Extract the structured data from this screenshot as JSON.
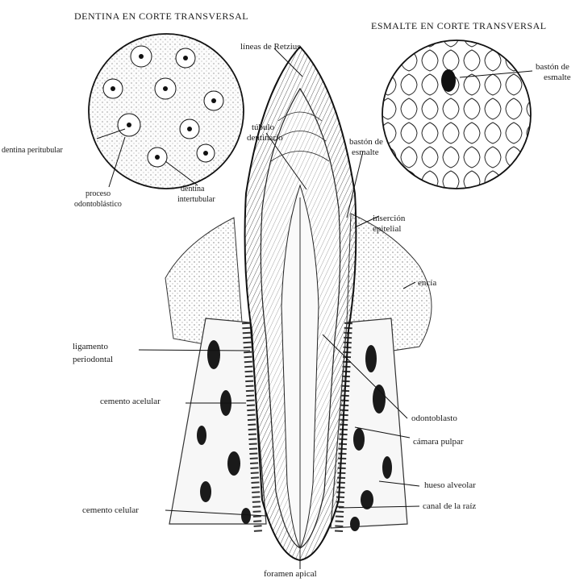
{
  "titles": {
    "dentin_section": "DENTINA EN CORTE TRANSVERSAL",
    "enamel_section": "ESMALTE EN CORTE TRANSVERSAL"
  },
  "labels": {
    "retzius": "líneas de Retzius",
    "enamel_rod_inset_1": "bastón de",
    "enamel_rod_inset_2": "esmalte",
    "dentinal_tubule_1": "túbulo",
    "dentinal_tubule_2": "dentinario",
    "enamel_rod_1": "bastón de",
    "enamel_rod_2": "esmalte",
    "peritubular": "dentina peritubular",
    "odontoblastic_1": "proceso",
    "odontoblastic_2": "odontoblástico",
    "intertubular_1": "dentina",
    "intertubular_2": "intertubular",
    "epithelial_1": "inserción",
    "epithelial_2": "epitelial",
    "gingiva": "encía",
    "periodontal_1": "ligamento",
    "periodontal_2": "periodontal",
    "acellular_cementum": "cemento acelular",
    "odontoblast": "odontoblasto",
    "pulp_chamber": "cámara pulpar",
    "alveolar_bone": "hueso alveolar",
    "cellular_cementum": "cemento celular",
    "root_canal": "canal de la raíz",
    "apical_foramen": "foramen apical"
  }
}
